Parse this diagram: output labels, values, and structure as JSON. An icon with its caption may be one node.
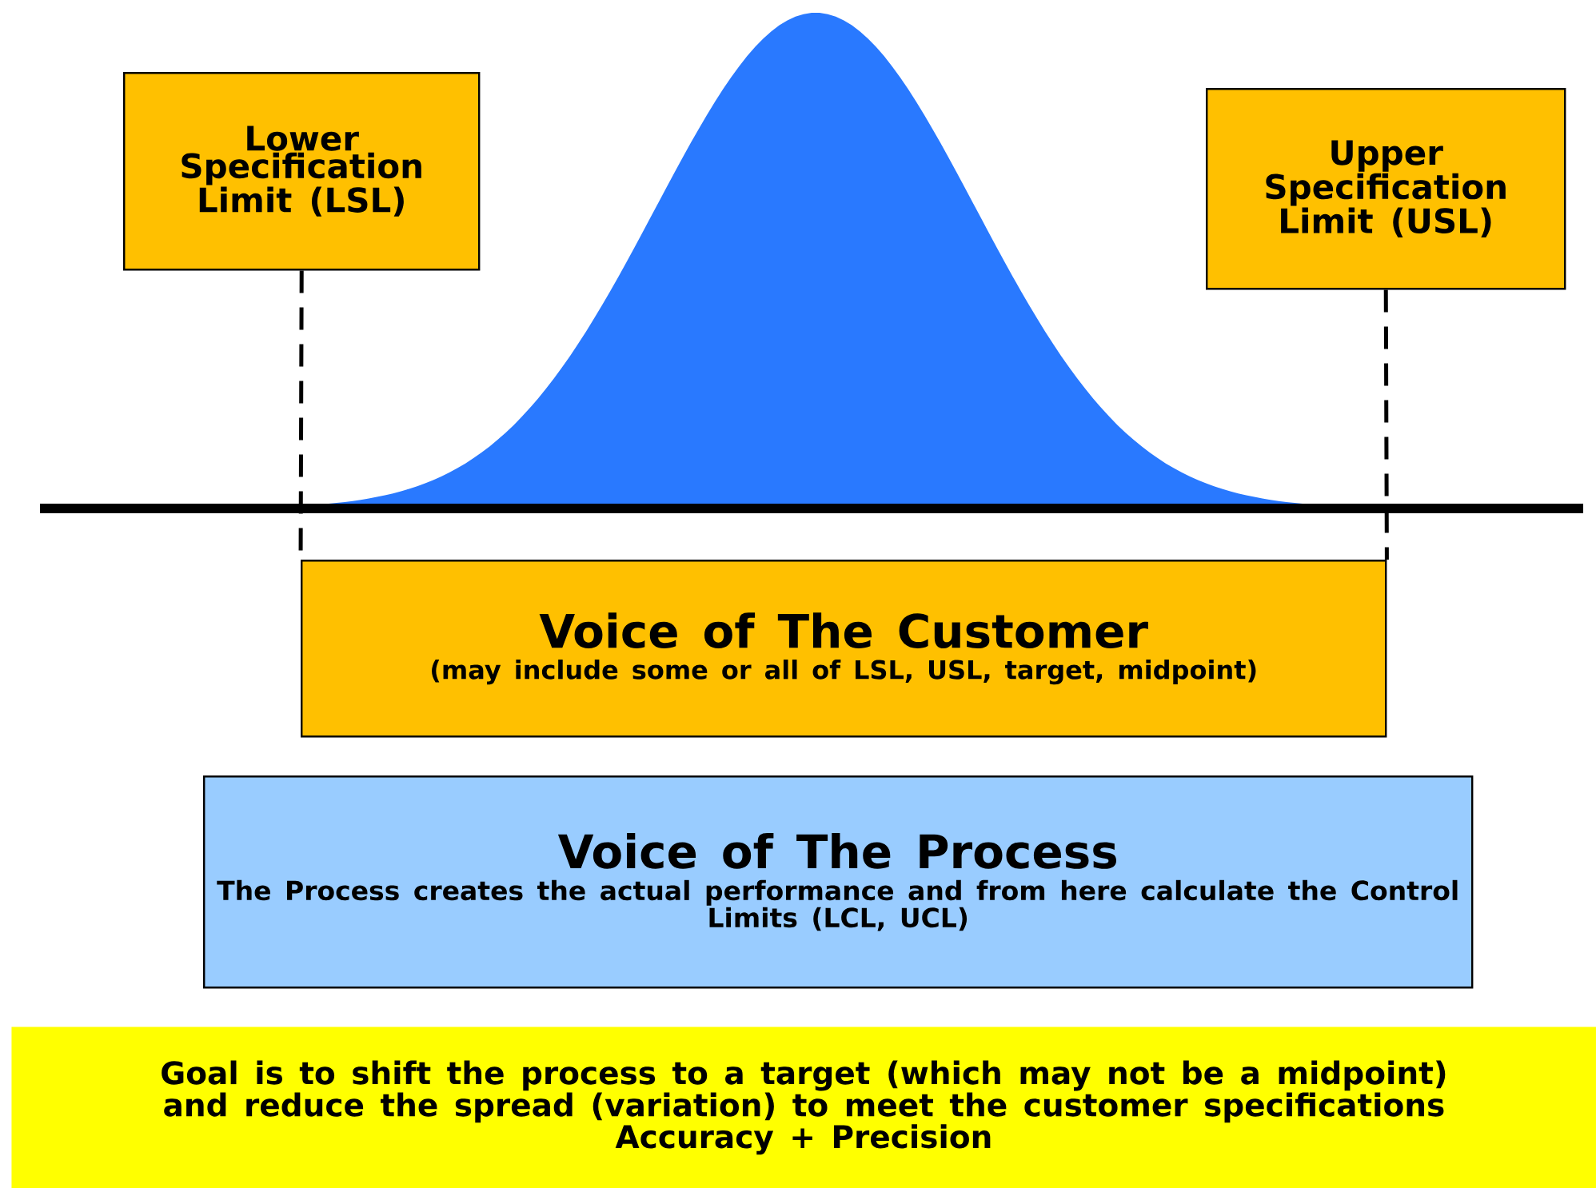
{
  "diagram": {
    "nodes": [
      {
        "text": [
          "Lower Specification Limit (LSL)"
        ]
      },
      {
        "text": [
          "Upper Specification Limit (USL)"
        ]
      },
      {
        "text": [
          "Voice of The Customer",
          "(may include some or all of LSL, USL, target, midpoint)"
        ]
      },
      {
        "text": [
          "Voice of The Process",
          "The Process creates the actual performance and from here calculate the Control Limits (LCL, UCL)"
        ]
      },
      {
        "text": [
          "Goal is to shift the process to a target (which may not be a midpoint) and reduce the spread (variation) to meet the customer specifications",
          "Accuracy + Precision"
        ]
      }
    ],
    "edges": [
      {
        "from": 0,
        "to": 2,
        "arrow": "none",
        "style": "dashed"
      },
      {
        "from": 1,
        "to": 2,
        "arrow": "none",
        "style": "dashed"
      }
    ]
  }
}
